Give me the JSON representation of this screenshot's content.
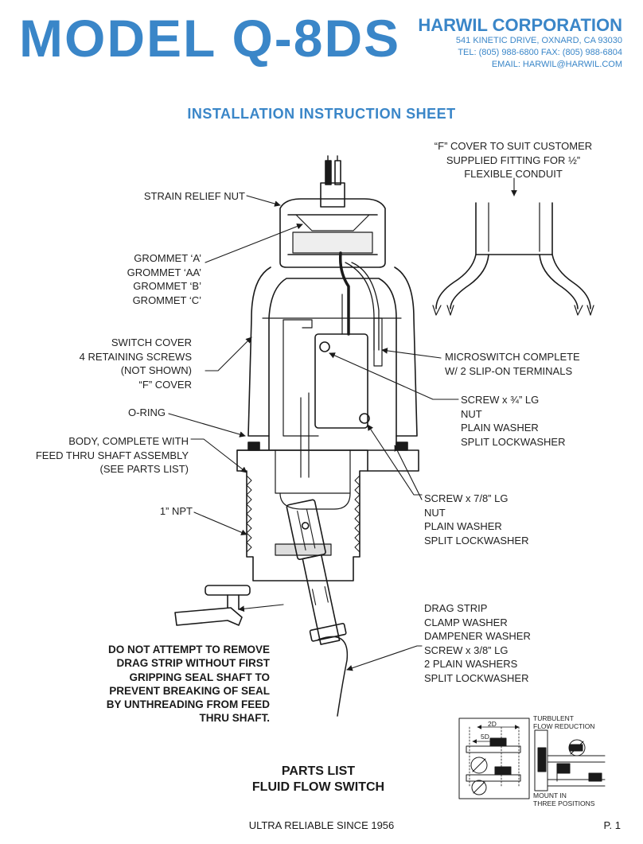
{
  "header": {
    "model_title": "MODEL Q-8DS",
    "company_name": "HARWIL CORPORATION",
    "address": "541 KINETIC DRIVE, OXNARD, CA 93030",
    "phone_fax": "TEL: (805) 988-6800 FAX: (805) 988-6804",
    "email": "EMAIL: HARWIL@HARWIL.COM"
  },
  "sheet_title": "INSTALLATION INSTRUCTION SHEET",
  "labels": {
    "f_cover_note": [
      "“F” COVER TO SUIT CUSTOMER",
      "SUPPLIED FITTING FOR ½”",
      "FLEXIBLE CONDUIT"
    ],
    "strain_relief": "STRAIN RELIEF NUT",
    "grommets": [
      "GROMMET ‘A’",
      "GROMMET ‘AA’",
      "GROMMET ‘B’",
      "GROMMET ‘C’"
    ],
    "switch_cover": [
      "SWITCH COVER",
      "4 RETAINING SCREWS",
      "(NOT SHOWN)",
      "“F” COVER"
    ],
    "microswitch": [
      "MICROSWITCH COMPLETE",
      "W/ 2 SLIP-ON TERMINALS"
    ],
    "screw_34": [
      "SCREW x ¾” LG",
      "NUT",
      "PLAIN WASHER",
      "SPLIT LOCKWASHER"
    ],
    "o_ring": "O-RING",
    "body": [
      "BODY, COMPLETE WITH",
      "FEED THRU SHAFT ASSEMBLY",
      "(SEE PARTS LIST)"
    ],
    "screw_78": [
      "SCREW x 7/8” LG",
      "NUT",
      "PLAIN WASHER",
      "SPLIT LOCKWASHER"
    ],
    "npt": "1” NPT",
    "drag_strip": [
      "DRAG STRIP",
      "CLAMP WASHER",
      "DAMPENER WASHER",
      "SCREW x 3/8” LG",
      "2 PLAIN WASHERS",
      "SPLIT LOCKWASHER"
    ]
  },
  "warning": [
    "DO NOT ATTEMPT TO REMOVE",
    "DRAG STRIP WITHOUT FIRST",
    "GRIPPING SEAL SHAFT TO",
    "PREVENT BREAKING OF SEAL",
    "BY UNTHREADING FROM FEED",
    "THRU SHAFT."
  ],
  "inset": {
    "dim_2d": "2D",
    "dim_5d": "5D",
    "turbulent": [
      "TURBULENT",
      "FLOW REDUCTION"
    ],
    "mount": [
      "MOUNT IN",
      "THREE POSITIONS"
    ]
  },
  "parts_list": [
    "PARTS LIST",
    "FLUID FLOW SWITCH"
  ],
  "footer": {
    "slogan": "ULTRA RELIABLE SINCE 1956",
    "page": "P. 1"
  },
  "colors": {
    "accent": "#3a86c8",
    "ink": "#1a1a1a"
  }
}
